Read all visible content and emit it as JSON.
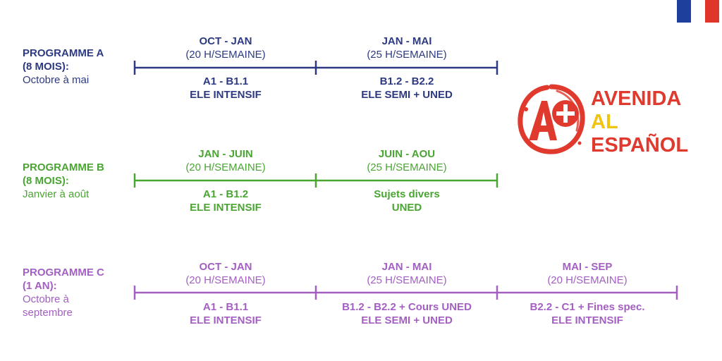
{
  "colors": {
    "programme_a": "#2d3a82",
    "programme_b": "#4aa533",
    "programme_c": "#a35fc2",
    "logo_red": "#e03a2e",
    "logo_yellow": "#f1c40f",
    "flag_blue": "#1f3f9c",
    "flag_white": "#ffffff",
    "flag_red": "#e0352b"
  },
  "flag": {
    "icon": "french-flag-icon"
  },
  "logo": {
    "icon": "a-plus-grade-icon",
    "line1": "AVENIDA",
    "line2": "AL",
    "line3": "ESPAÑOL"
  },
  "programmes": [
    {
      "name": "PROGRAMME A",
      "duration": "(8 MOIS):",
      "period": "Octobre à mai",
      "segments": [
        {
          "range": "OCT - JAN",
          "hours": "(20 H/SEMAINE)",
          "level": "A1 - B1.1",
          "course": "ELE INTENSIF"
        },
        {
          "range": "JAN - MAI",
          "hours": "(25 H/SEMAINE)",
          "level": "B1.2 - B2.2",
          "course": "ELE SEMI + UNED"
        }
      ]
    },
    {
      "name": "PROGRAMME B",
      "duration": "(8 MOIS):",
      "period": "Janvier à août",
      "segments": [
        {
          "range": "JAN - JUIN",
          "hours": "(20 H/SEMAINE)",
          "level": "A1 - B1.2",
          "course": "ELE INTENSIF"
        },
        {
          "range": "JUIN - AOU",
          "hours": "(25 H/SEMAINE)",
          "level": "Sujets divers",
          "course": "UNED"
        }
      ]
    },
    {
      "name": "PROGRAMME C",
      "duration": "(1 AN):",
      "period_line1": "Octobre à",
      "period_line2": "septembre",
      "segments": [
        {
          "range": "OCT - JAN",
          "hours": "(20 H/SEMAINE)",
          "level": "A1 - B1.1",
          "course": "ELE INTENSIF"
        },
        {
          "range": "JAN - MAI",
          "hours": "(25 H/SEMAINE)",
          "level": "B1.2 - B2.2 + Cours UNED",
          "course": "ELE SEMI + UNED"
        },
        {
          "range": "MAI - SEP",
          "hours": "(20 H/SEMAINE)",
          "level": "B2.2 - C1 + Fines spec.",
          "course": "ELE INTENSIF"
        }
      ]
    }
  ]
}
